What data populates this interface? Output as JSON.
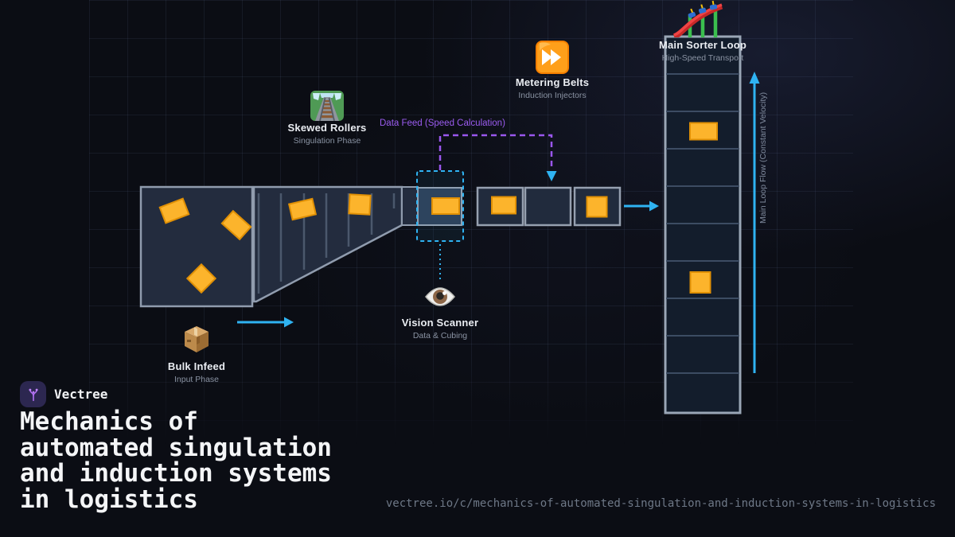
{
  "branding": {
    "logo_text": "Vectree",
    "title_lines": [
      "Mechanics of",
      "automated singulation",
      "and induction systems",
      "in logistics"
    ],
    "url": "vectree.io/c/mechanics-of-automated-singulation-and-induction-systems-in-logistics"
  },
  "nodes": {
    "bulk_infeed": {
      "title": "Bulk Infeed",
      "subtitle": "Input Phase"
    },
    "skewed_rollers": {
      "title": "Skewed Rollers",
      "subtitle": "Singulation Phase"
    },
    "vision_scanner": {
      "title": "Vision Scanner",
      "subtitle": "Data & Cubing"
    },
    "metering_belts": {
      "title": "Metering Belts",
      "subtitle": "Induction Injectors"
    },
    "main_sorter_loop": {
      "title": "Main Sorter Loop",
      "subtitle": "High-Speed Transport"
    }
  },
  "annotations": {
    "data_feed": "Data Feed (Speed Calculation)",
    "loop_flow": "Main Loop Flow (Constant Velocity)"
  },
  "icons": {
    "bulk_infeed": "package-box-icon",
    "skewed_rollers": "railway-track-icon",
    "vision_scanner": "eye-icon",
    "metering_belts": "fast-forward-icon",
    "main_sorter_loop": "roller-coaster-icon",
    "logo": "vector-branch-icon"
  },
  "colors": {
    "accent_cyan": "#2fb3f2",
    "accent_purple": "#9a57ee",
    "box_fill": "#fcb42c",
    "box_border": "#e09005",
    "conveyor_fill": "#232c3e",
    "conveyor_border": "#909cae",
    "background": "#0b0d14"
  }
}
